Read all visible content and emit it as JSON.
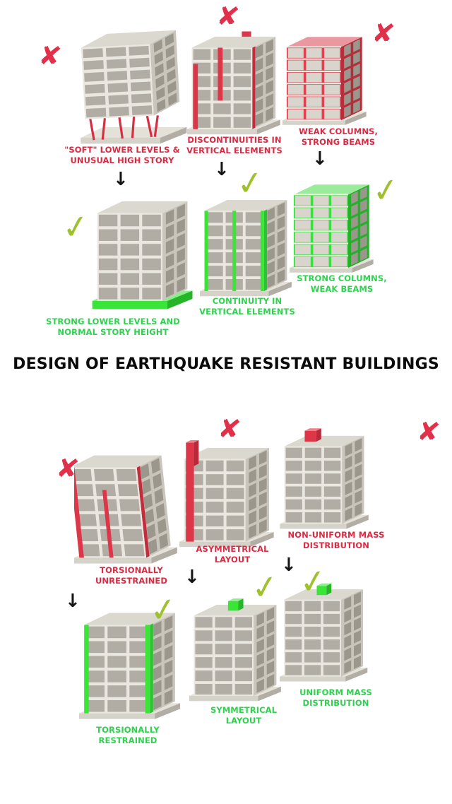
{
  "title": "DESIGN OF EARTHQUAKE RESISTANT BUILDINGS",
  "icons": {
    "cross": "✘",
    "check": "✓",
    "arrow": "↓"
  },
  "colors": {
    "bad_text": "#d92b43",
    "good_text": "#2fd14e",
    "cross": "#e0304a",
    "check": "#9fc12e"
  },
  "top_row": {
    "soft_story": {
      "bad": "\"SOFT\" LOWER LEVELS & UNUSUAL HIGH STORY",
      "good": "STRONG LOWER LEVELS AND NORMAL STORY HEIGHT"
    },
    "vertical_elements": {
      "bad": "DISCONTINUITIES IN VERTICAL ELEMENTS",
      "good": "CONTINUITY IN VERTICAL ELEMENTS"
    },
    "columns_beams": {
      "bad": "WEAK COLUMNS, STRONG BEAMS",
      "good": "STRONG COLUMNS, WEAK BEAMS"
    }
  },
  "bottom_row": {
    "torsion": {
      "bad": "TORSIONALLY UNRESTRAINED",
      "good": "TORSIONALLY RESTRAINED"
    },
    "layout": {
      "bad": "ASYMMETRICAL LAYOUT",
      "good": "SYMMETRICAL LAYOUT"
    },
    "mass": {
      "bad": "NON-UNIFORM MASS DISTRIBUTION",
      "good": "UNIFORM MASS DISTRIBUTION"
    }
  }
}
